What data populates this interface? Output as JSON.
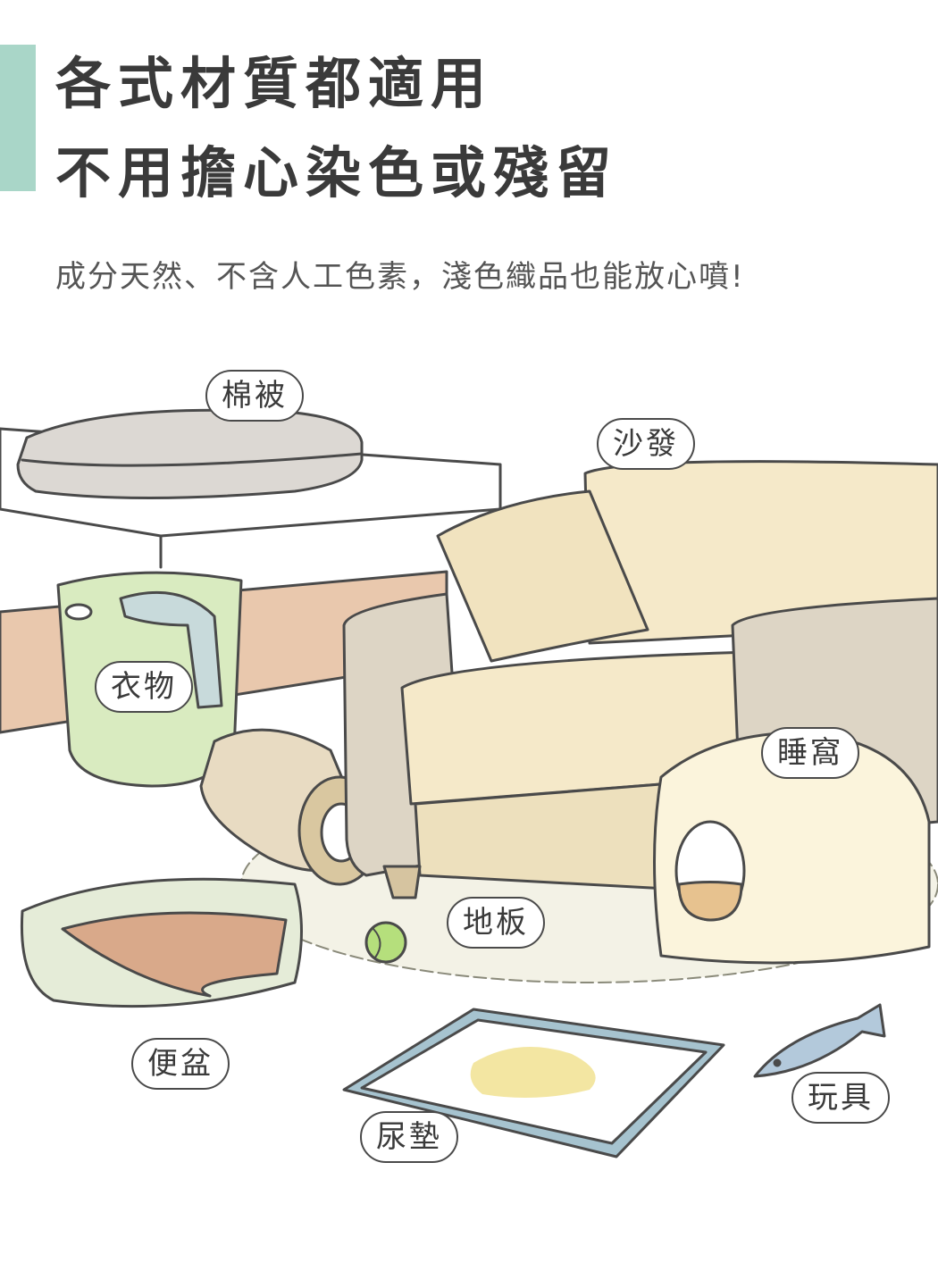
{
  "header": {
    "title_line1": "各式材質都適用",
    "title_line2": "不用擔心染色或殘留",
    "subtitle": "成分天然、不含人工色素，淺色織品也能放心噴!"
  },
  "labels": {
    "quilt": "棉被",
    "sofa": "沙發",
    "clothes": "衣物",
    "bed": "睡窩",
    "floor": "地板",
    "litter_box": "便盆",
    "toy": "玩具",
    "pee_pad": "尿墊"
  },
  "colors": {
    "accent": "#a9d6c8",
    "sofa": "#f5e9c9",
    "sofa_arm": "#ddd5c5",
    "basket": "#d9ebc0",
    "rug": "#f3f2e6",
    "pad": "#a6c3cf",
    "quilt": "#dcd8d3",
    "table": "#e9c8ad",
    "toy": "#b3c9db",
    "ball": "#b5df7c"
  }
}
